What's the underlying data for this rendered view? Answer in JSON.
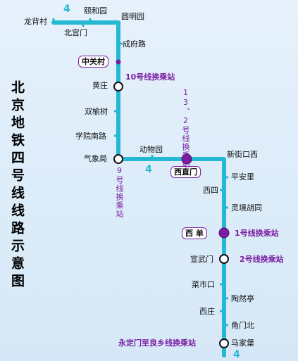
{
  "title": "北京地铁四号线线路示意图",
  "line_label": "4",
  "line_color": "#24b8d3",
  "transfer_color": "#7b1fa2",
  "stations": {
    "longbeicun": "龙背村",
    "yiheyuan": "颐和园",
    "yuanmingyuan": "圆明园",
    "beigongmen": "北宫门",
    "chengfulu": "成府路",
    "zhongguancun": "中关村",
    "huangzhuang": "黄庄",
    "shuangyushu": "双榆树",
    "xueyuannanlu": "学院南路",
    "qixiangju": "气象局",
    "dongwuyuan": "动物园",
    "xinjiekouxi": "新街口西",
    "xizhimen": "西直门",
    "pinganli": "平安里",
    "xisi": "西四",
    "lingjinghutong": "灵境胡同",
    "xidan": "西 单",
    "xuanwumen": "宣武门",
    "caishikou": "菜市口",
    "taorant ing": "陶然亭",
    "xizhuang": "西庄",
    "jiaomenbei": "角门北",
    "majiapu": "马家堡"
  },
  "transfers": {
    "line10": "10号线换乘站",
    "line13_2": "13、2号线换乘站",
    "line9": "9号线换乘站",
    "line1": "1号线换乘站",
    "line2": "2号线换乘站",
    "yongdingmen": "永定门至良乡线换乘站"
  }
}
